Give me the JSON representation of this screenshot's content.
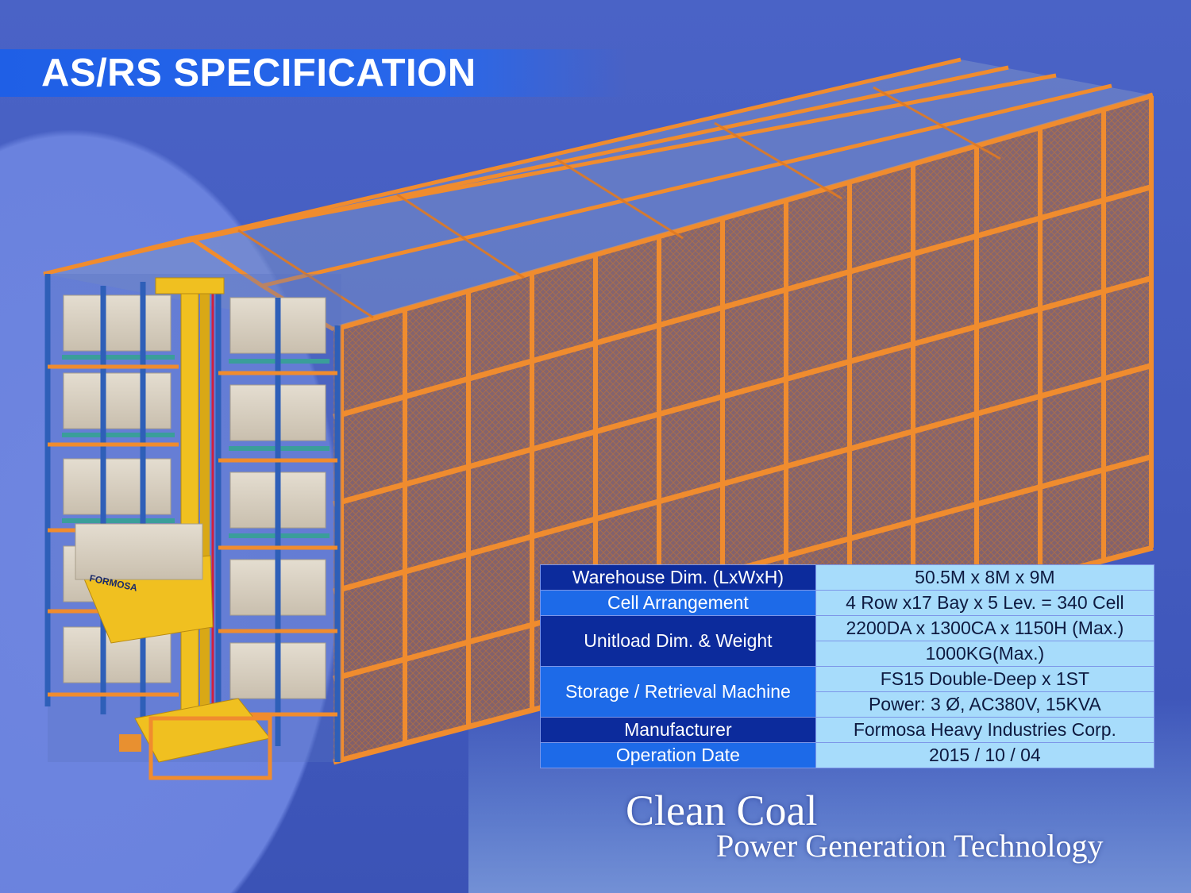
{
  "header": {
    "title": "AS/RS SPECIFICATION"
  },
  "image": {
    "crane_logo": "FORMOSA"
  },
  "spec_table": {
    "warehouse_dim": {
      "label": "Warehouse Dim. (LxWxH)",
      "value": "50.5M x 8M x 9M"
    },
    "cell_arrangement": {
      "label": "Cell Arrangement",
      "value": "4 Row x17 Bay x 5 Lev. = 340 Cell"
    },
    "unitload": {
      "label": "Unitload Dim. & Weight",
      "value_1": "2200DA x 1300CA x 1150H (Max.)",
      "value_2": "1000KG(Max.)"
    },
    "srm": {
      "label": "Storage / Retrieval Machine",
      "value_1": "FS15 Double-Deep x 1ST",
      "value_2": "Power: 3 Ø, AC380V, 15KVA"
    },
    "manufacturer": {
      "label": "Manufacturer",
      "value": "Formosa Heavy Industries Corp."
    },
    "operation_date": {
      "label": "Operation Date",
      "value": "2015 / 10 / 04"
    }
  },
  "brand": {
    "line_1": "Clean Coal",
    "line_2": "Power Generation Technology"
  },
  "colors": {
    "title_bar": "#2867ea",
    "label_dark": "#0c2b9c",
    "label_mid": "#1d6ae8",
    "value_bg": "#a7dcfb",
    "rack_orange": "#e8892e",
    "rack_blue": "#2e5fb8",
    "crane_yellow": "#f0c020"
  }
}
